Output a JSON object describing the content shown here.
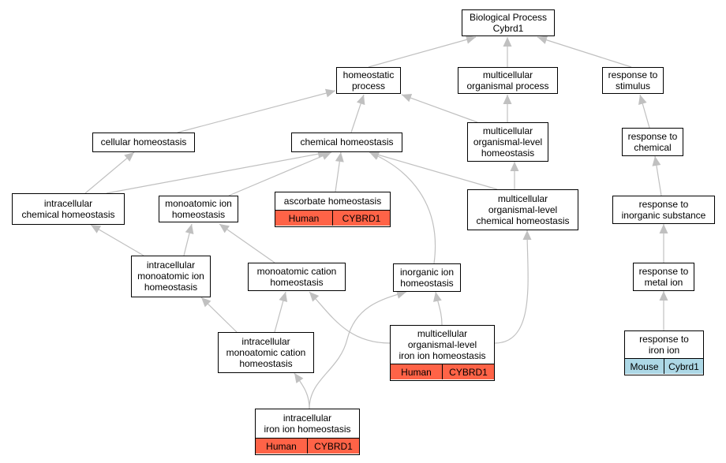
{
  "colors": {
    "edge": "#c0c0c0",
    "border": "#000000",
    "human_fill": "#ff6347",
    "mouse_fill": "#add8e6"
  },
  "nodes": {
    "root": {
      "label": "Biological Process\nCybrd1"
    },
    "homeostatic_process": {
      "label": "homeostatic\nprocess"
    },
    "multicellular_organismal_process": {
      "label": "multicellular\norganismal process"
    },
    "response_to_stimulus": {
      "label": "response to\nstimulus"
    },
    "cellular_homeostasis": {
      "label": "cellular homeostasis"
    },
    "chemical_homeostasis": {
      "label": "chemical homeostasis"
    },
    "multicellular_organismal_level_homeostasis": {
      "label": "multicellular\norganismal-level\nhomeostasis"
    },
    "response_to_chemical": {
      "label": "response to\nchemical"
    },
    "intracellular_chemical_homeostasis": {
      "label": "intracellular\nchemical homeostasis"
    },
    "monoatomic_ion_homeostasis": {
      "label": "monoatomic ion\nhomeostasis"
    },
    "ascorbate_homeostasis": {
      "label": "ascorbate homeostasis",
      "species": "Human",
      "gene": "CYBRD1",
      "species_icon": "human"
    },
    "multicellular_organismal_level_chemical_homeostasis": {
      "label": "multicellular\norganismal-level\nchemical homeostasis"
    },
    "response_to_inorganic_substance": {
      "label": "response to\ninorganic substance"
    },
    "intracellular_monoatomic_ion_homeostasis": {
      "label": "intracellular\nmonoatomic ion\nhomeostasis"
    },
    "monoatomic_cation_homeostasis": {
      "label": "monoatomic cation\nhomeostasis"
    },
    "inorganic_ion_homeostasis": {
      "label": "inorganic ion\nhomeostasis"
    },
    "response_to_metal_ion": {
      "label": "response to\nmetal ion"
    },
    "multicellular_organismal_level_iron_ion_homeostasis": {
      "label": "multicellular\norganismal-level\niron ion homeostasis",
      "species": "Human",
      "gene": "CYBRD1",
      "species_icon": "human"
    },
    "intracellular_monoatomic_cation_homeostasis": {
      "label": "intracellular\nmonoatomic cation\nhomeostasis"
    },
    "response_to_iron_ion": {
      "label": "response to\niron ion",
      "species": "Mouse",
      "gene": "Cybrd1",
      "species_icon": "mouse"
    },
    "intracellular_iron_ion_homeostasis": {
      "label": "intracellular\niron ion homeostasis",
      "species": "Human",
      "gene": "CYBRD1",
      "species_icon": "human"
    }
  },
  "edges": [
    [
      "homeostatic_process",
      "root"
    ],
    [
      "multicellular_organismal_process",
      "root"
    ],
    [
      "response_to_stimulus",
      "root"
    ],
    [
      "cellular_homeostasis",
      "homeostatic_process"
    ],
    [
      "chemical_homeostasis",
      "homeostatic_process"
    ],
    [
      "multicellular_organismal_level_homeostasis",
      "homeostatic_process"
    ],
    [
      "multicellular_organismal_level_homeostasis",
      "multicellular_organismal_process"
    ],
    [
      "response_to_chemical",
      "response_to_stimulus"
    ],
    [
      "intracellular_chemical_homeostasis",
      "cellular_homeostasis"
    ],
    [
      "intracellular_chemical_homeostasis",
      "chemical_homeostasis"
    ],
    [
      "monoatomic_ion_homeostasis",
      "chemical_homeostasis"
    ],
    [
      "ascorbate_homeostasis",
      "chemical_homeostasis"
    ],
    [
      "inorganic_ion_homeostasis",
      "chemical_homeostasis"
    ],
    [
      "multicellular_organismal_level_chemical_homeostasis",
      "chemical_homeostasis"
    ],
    [
      "multicellular_organismal_level_chemical_homeostasis",
      "multicellular_organismal_level_homeostasis"
    ],
    [
      "response_to_inorganic_substance",
      "response_to_chemical"
    ],
    [
      "intracellular_monoatomic_ion_homeostasis",
      "intracellular_chemical_homeostasis"
    ],
    [
      "intracellular_monoatomic_ion_homeostasis",
      "monoatomic_ion_homeostasis"
    ],
    [
      "monoatomic_cation_homeostasis",
      "monoatomic_ion_homeostasis"
    ],
    [
      "response_to_metal_ion",
      "response_to_inorganic_substance"
    ],
    [
      "multicellular_organismal_level_iron_ion_homeostasis",
      "inorganic_ion_homeostasis"
    ],
    [
      "multicellular_organismal_level_iron_ion_homeostasis",
      "monoatomic_cation_homeostasis"
    ],
    [
      "multicellular_organismal_level_iron_ion_homeostasis",
      "multicellular_organismal_level_chemical_homeostasis"
    ],
    [
      "intracellular_monoatomic_cation_homeostasis",
      "intracellular_monoatomic_ion_homeostasis"
    ],
    [
      "intracellular_monoatomic_cation_homeostasis",
      "monoatomic_cation_homeostasis"
    ],
    [
      "response_to_iron_ion",
      "response_to_metal_ion"
    ],
    [
      "intracellular_iron_ion_homeostasis",
      "intracellular_monoatomic_cation_homeostasis"
    ],
    [
      "intracellular_iron_ion_homeostasis",
      "inorganic_ion_homeostasis"
    ]
  ]
}
